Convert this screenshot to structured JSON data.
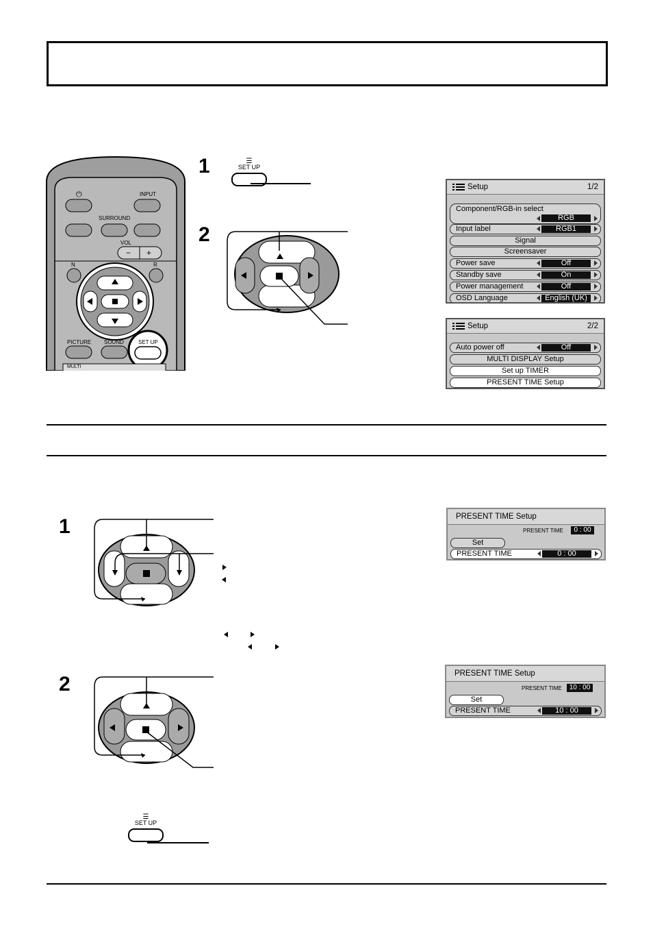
{
  "remote": {
    "power_label": "⏻",
    "input_label": "INPUT",
    "surround_label": "SURROUND",
    "vol_label": "VOL",
    "vol_minus": "−",
    "vol_plus": "+",
    "n_label": "N",
    "r_label": "R",
    "picture_label": "PICTURE",
    "sound_label": "SOUND",
    "setup_label": "SET UP",
    "multi_label": "MULTI"
  },
  "top_steps": {
    "step1": "1",
    "step2": "2"
  },
  "setup_key_label": "SET UP",
  "osd_page1": {
    "title": "Setup",
    "page": "1/2",
    "rows": [
      {
        "label": "Component/RGB-in  select",
        "value": "RGB"
      },
      {
        "label": "Input label",
        "value": "RGB1"
      },
      {
        "center": "Signal"
      },
      {
        "center": "Screensaver"
      },
      {
        "label": "Power save",
        "value": "Off"
      },
      {
        "label": "Standby save",
        "value": "On"
      },
      {
        "label": "Power management",
        "value": "Off"
      },
      {
        "label": "OSD  Language",
        "value": "English (UK)"
      }
    ]
  },
  "osd_page2": {
    "title": "Setup",
    "page": "2/2",
    "rows": [
      {
        "label": "Auto power off",
        "value": "Off"
      },
      {
        "center": "MULTI DISPLAY Setup"
      },
      {
        "center": "Set up TIMER"
      },
      {
        "center": "PRESENT  TIME  Setup"
      }
    ]
  },
  "bottom_steps": {
    "step1": "1",
    "step2": "2"
  },
  "present_time_1": {
    "title": "PRESENT TIME Setup",
    "small_label": "PRESENT TIME",
    "small_value": "0 : 00",
    "set_label": "Set",
    "row_label": "PRESENT TIME",
    "row_value": "0 : 00"
  },
  "present_time_2": {
    "title": "PRESENT TIME Setup",
    "small_label": "PRESENT TIME",
    "small_value": "10 : 00",
    "set_label": "Set",
    "row_label": "PRESENT TIME",
    "row_value": "10 : 00"
  },
  "colors": {
    "remote_body": "#a9a9a9",
    "osd_bg": "#c9c9c9",
    "value_bg": "#111111"
  }
}
